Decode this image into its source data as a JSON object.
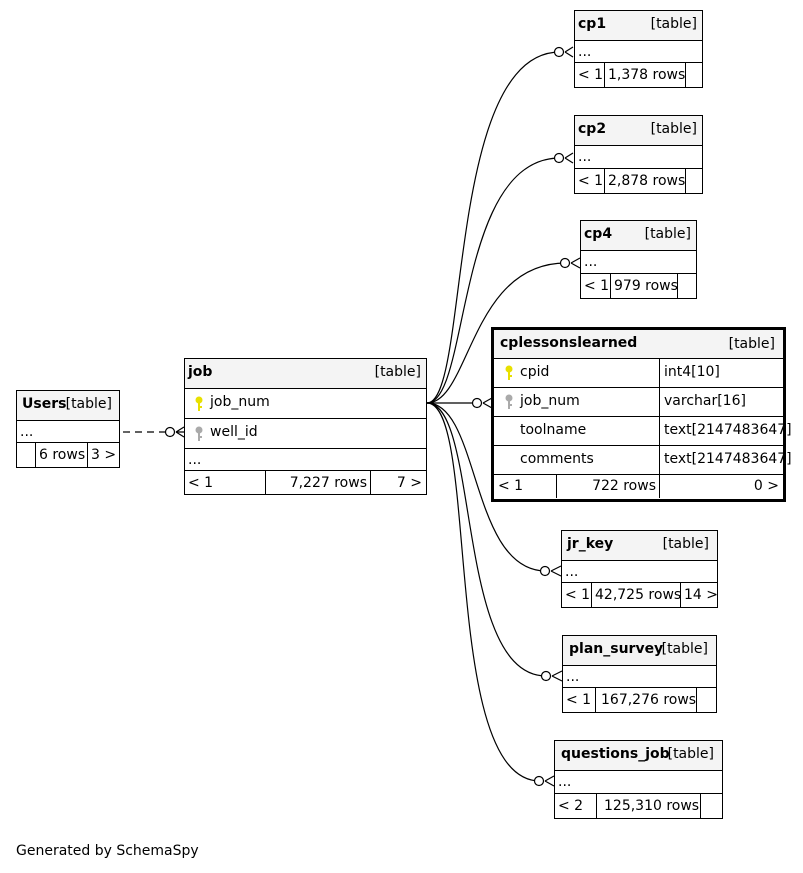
{
  "footer": "Generated by SchemaSpy",
  "colors": {
    "primary_key": "#e8e000",
    "foreign_key": "#aaaaaa",
    "header_bg": "#f4f4f4"
  },
  "tables": {
    "users": {
      "name": "Users",
      "kind": "[table]",
      "ellipsis": "...",
      "rows": "6 rows",
      "children": "3 >"
    },
    "job": {
      "name": "job",
      "kind": "[table]",
      "col1": "job_num",
      "col2": "well_id",
      "ellipsis": "...",
      "parents": "< 1",
      "rows": "7,227 rows",
      "children": "7 >"
    },
    "cp1": {
      "name": "cp1",
      "kind": "[table]",
      "ellipsis": "...",
      "parents": "< 1",
      "rows": "1,378 rows"
    },
    "cp2": {
      "name": "cp2",
      "kind": "[table]",
      "ellipsis": "...",
      "parents": "< 1",
      "rows": "2,878 rows"
    },
    "cp4": {
      "name": "cp4",
      "kind": "[table]",
      "ellipsis": "...",
      "parents": "< 1",
      "rows": "979 rows"
    },
    "cplessonslearned": {
      "name": "cplessonslearned",
      "kind": "[table]",
      "columns": [
        {
          "name": "cpid",
          "type": "int4[10]"
        },
        {
          "name": "job_num",
          "type": "varchar[16]"
        },
        {
          "name": "toolname",
          "type": "text[2147483647]"
        },
        {
          "name": "comments",
          "type": "text[2147483647]"
        }
      ],
      "parents": "< 1",
      "rows": "722 rows",
      "children": "0 >"
    },
    "jr_key": {
      "name": "jr_key",
      "kind": "[table]",
      "ellipsis": "...",
      "parents": "< 1",
      "rows": "42,725 rows",
      "children": "14 >"
    },
    "plan_survey": {
      "name": "plan_survey",
      "kind": "[table]",
      "ellipsis": "...",
      "parents": "< 1",
      "rows": "167,276 rows"
    },
    "questions_job": {
      "name": "questions_job",
      "kind": "[table]",
      "ellipsis": "...",
      "parents": "< 2",
      "rows": "125,310 rows"
    }
  }
}
